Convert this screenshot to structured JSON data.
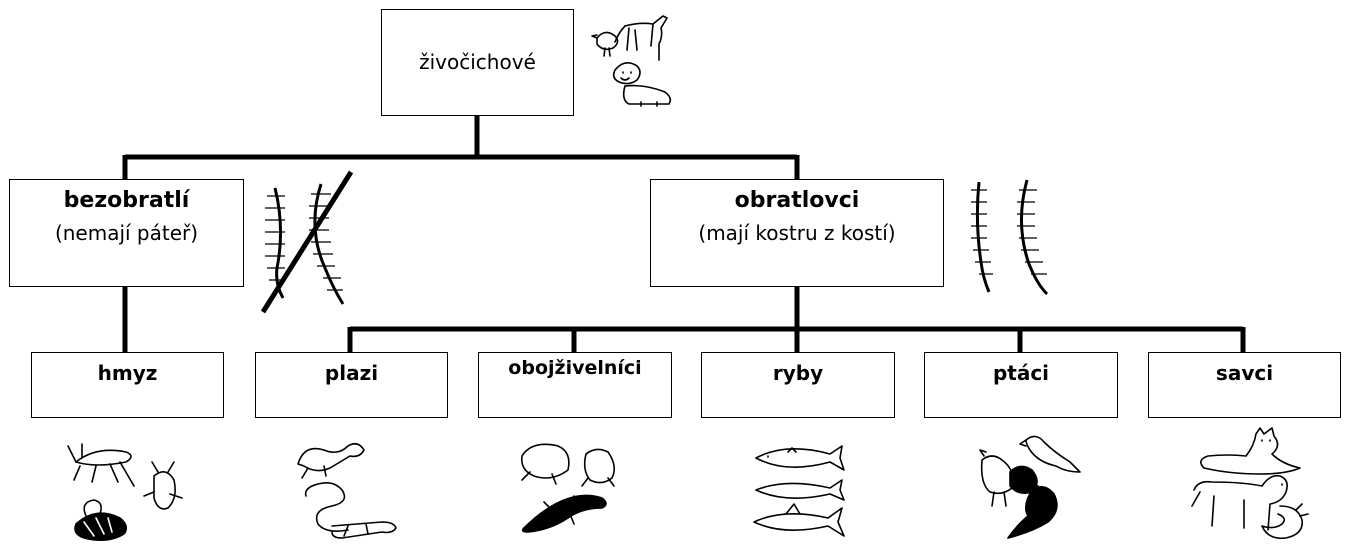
{
  "root": {
    "label": "živočichové"
  },
  "groups": [
    {
      "title": "bezobratlí",
      "note": "(nemají páteř)"
    },
    {
      "title": "obratlovci",
      "note": "(mají kostru z kostí)"
    }
  ],
  "classes": [
    "hmyz",
    "plazi",
    "obojživelníci",
    "ryby",
    "ptáci",
    "savci"
  ],
  "icons": {
    "root": "animals-icon",
    "no_spine": "crossed-out-spine-icon",
    "spine": "spine-icon",
    "hmyz": "insects-icon",
    "plazi": "reptiles-icon",
    "obojzivelnici": "amphibians-icon",
    "ryby": "fish-icon",
    "ptaci": "birds-icon",
    "savci": "mammals-icon"
  }
}
